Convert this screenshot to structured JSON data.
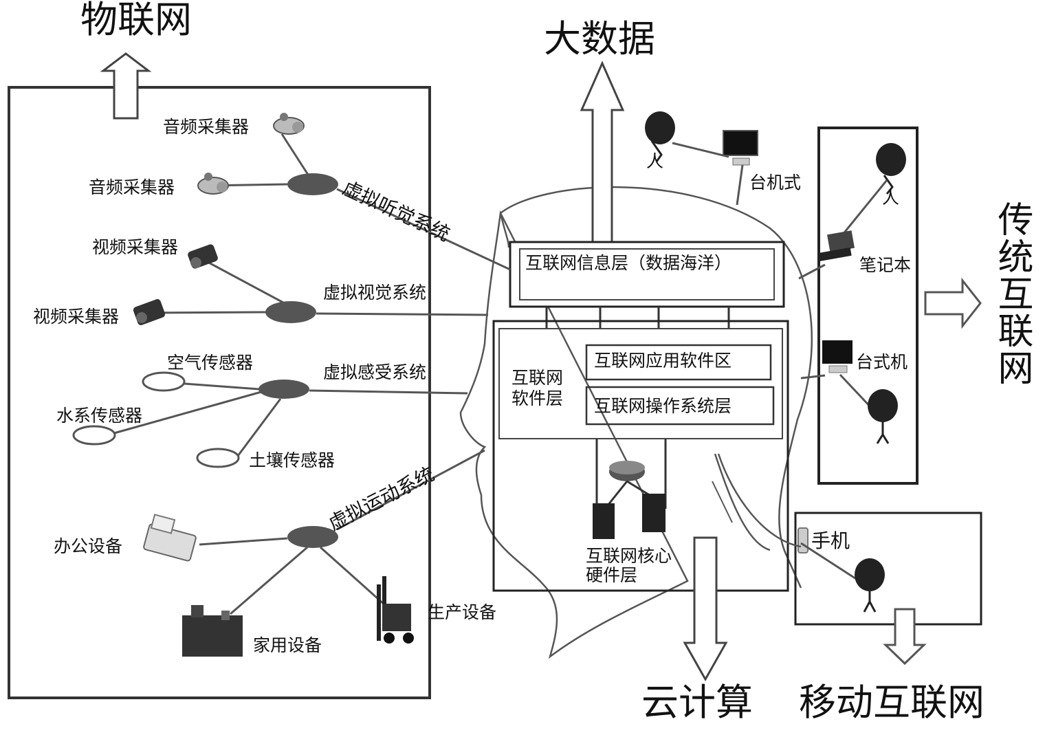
{
  "headings": {
    "iot": "物联网",
    "big_data": "大数据",
    "traditional_internet": "传统互联网",
    "cloud_computing": "云计算",
    "mobile_internet": "移动互联网"
  },
  "iot_devices": {
    "audio_collector_1": "音频采集器",
    "audio_collector_2": "音频采集器",
    "video_collector_1": "视频采集器",
    "video_collector_2": "视频采集器",
    "air_sensor": "空气传感器",
    "water_sensor": "水系传感器",
    "soil_sensor": "土壤传感器",
    "office_equipment": "办公设备",
    "home_equipment": "家用设备",
    "production_equipment": "生产设备"
  },
  "virtual_systems": {
    "auditory": "虚拟听觉系统",
    "visual": "虚拟视觉系统",
    "sensory": "虚拟感受系统",
    "motor": "虚拟运动系统"
  },
  "brain": {
    "info_layer": "互联网信息层（数据海洋）",
    "software_layer": "互联网\n软件层",
    "app_software_area": "互联网应用软件区",
    "os_layer": "互联网操作系统层",
    "core_hardware_layer": "互联网核心\n硬件层"
  },
  "terminals": {
    "person_top": "人",
    "desktop_top": "台机式",
    "person_right": "人",
    "laptop": "笔记本",
    "desktop_right": "台式机",
    "phone": "手机"
  }
}
